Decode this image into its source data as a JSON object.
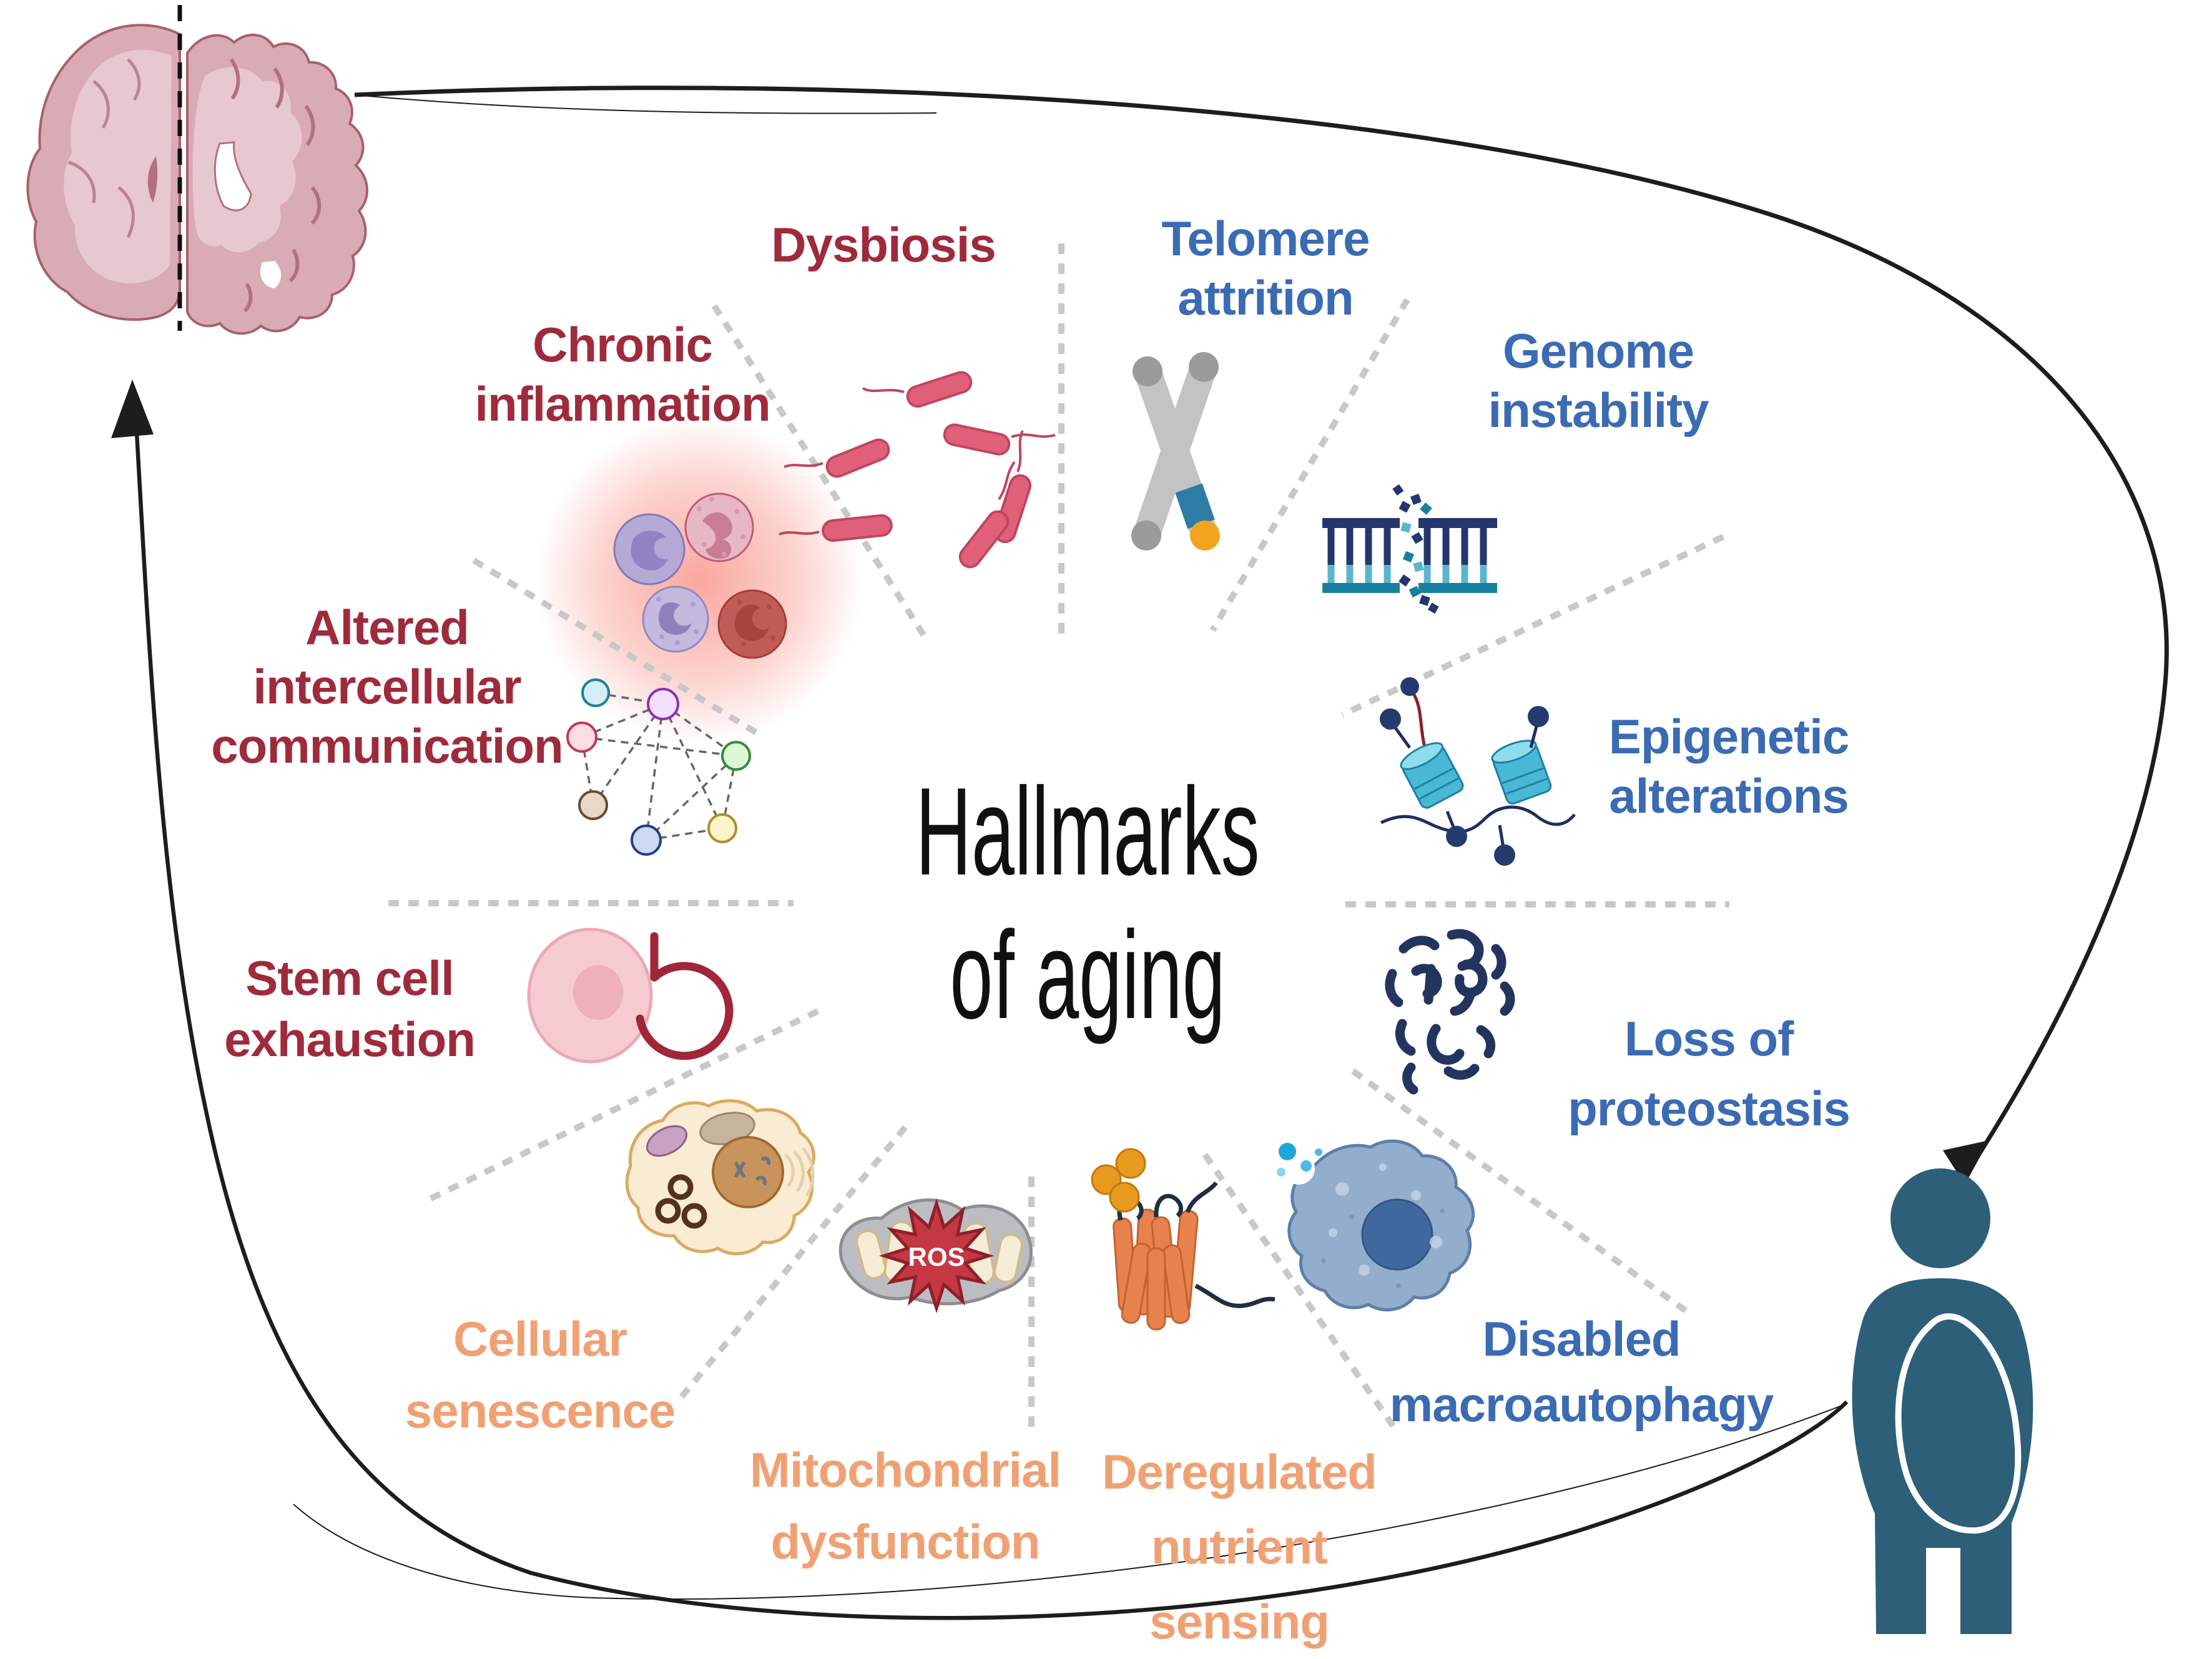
{
  "title": {
    "line1": "Hallmarks",
    "line2": "of aging"
  },
  "hallmarks": [
    {
      "id": "dysbiosis",
      "lines": [
        "Dysbiosis"
      ],
      "color": "#9e2b3c",
      "icon": "bacteria-icon"
    },
    {
      "id": "telomere-attrition",
      "lines": [
        "Telomere",
        "attrition"
      ],
      "color": "#3b6bb3",
      "icon": "chromosome-icon"
    },
    {
      "id": "genome-instability",
      "lines": [
        "Genome",
        "instability"
      ],
      "color": "#3b6bb3",
      "icon": "dna-break-icon"
    },
    {
      "id": "epigenetic-alterations",
      "lines": [
        "Epigenetic",
        "alterations"
      ],
      "color": "#3b6bb3",
      "icon": "nucleosome-icon"
    },
    {
      "id": "loss-of-proteostasis",
      "lines": [
        "Loss of",
        "proteostasis"
      ],
      "color": "#3b6bb3",
      "icon": "misfolded-protein-icon"
    },
    {
      "id": "disabled-macroautophagy",
      "lines": [
        "Disabled",
        "macroautophagy"
      ],
      "color": "#3b6bb3",
      "icon": "autophagy-cell-icon"
    },
    {
      "id": "deregulated-nutrient-sensing",
      "lines": [
        "Deregulated",
        "nutrient",
        "sensing"
      ],
      "color": "#f0a173",
      "icon": "nutrient-receptor-icon"
    },
    {
      "id": "mitochondrial-dysfunction",
      "lines": [
        "Mitochondrial",
        "dysfunction"
      ],
      "color": "#f0a173",
      "icon": "mitochondria-icon"
    },
    {
      "id": "cellular-senescence",
      "lines": [
        "Cellular",
        "senescence"
      ],
      "color": "#f0a173",
      "icon": "senescent-cell-icon"
    },
    {
      "id": "stem-cell-exhaustion",
      "lines": [
        "Stem cell",
        "exhaustion"
      ],
      "color": "#9e2b3c",
      "icon": "stem-cell-icon"
    },
    {
      "id": "altered-intercellular-communication",
      "lines": [
        "Altered",
        "intercellular",
        "communication"
      ],
      "color": "#9e2b3c",
      "icon": "cell-network-icon"
    },
    {
      "id": "chronic-inflammation",
      "lines": [
        "Chronic",
        "inflammation"
      ],
      "color": "#9e2b3c",
      "icon": "immune-cells-icon"
    }
  ],
  "mitochondria_badge": "ROS",
  "colors": {
    "label_red": "#9e2b3c",
    "label_blue": "#3b6bb3",
    "label_orange": "#f0a173",
    "title": "#101010",
    "person": "#2d5f78",
    "divider": "#c8c8c8",
    "ros_star": "#c53742",
    "arrow": "#1d1d1d"
  }
}
